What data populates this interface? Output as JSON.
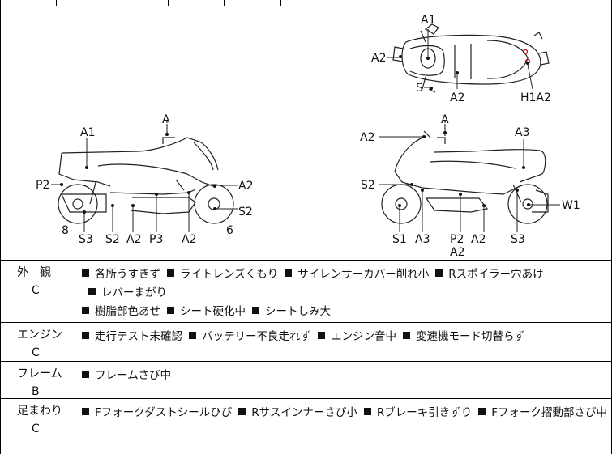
{
  "diagram": {
    "top_view_labels": {
      "a1": "A1",
      "a2_left": "A2",
      "s": "S",
      "a2_bottom": "A2",
      "h1a2": "H1A2"
    },
    "left_view_labels": {
      "a_top": "A",
      "a1": "A1",
      "p2": "P2",
      "a2_right": "A2",
      "s2_right": "S2",
      "num_8": "8",
      "num_6": "6",
      "s3": "S3",
      "s2": "S2",
      "a2_mid": "A2",
      "p3": "P3",
      "a2_low": "A2"
    },
    "right_view_labels": {
      "a_top": "A",
      "a2_left": "A2",
      "a3_top": "A3",
      "s2": "S2",
      "w1": "W1",
      "s1": "S1",
      "a3": "A3",
      "p2": "P2",
      "a2_under_p2": "A2",
      "a2": "A2",
      "s3": "S3"
    }
  },
  "rows": [
    {
      "category": "外　観",
      "grade": "C",
      "notes": [
        "各所うすきず",
        "ライトレンズくもり",
        "サイレンサーカバー削れ小",
        "Rスポイラー穴あけ",
        "レバーまがり",
        "樹脂部色あせ",
        "シート硬化中",
        "シートしみ大"
      ]
    },
    {
      "category": "エンジン",
      "grade": "C",
      "notes": [
        "走行テスト未確認",
        "バッテリー不良走れず",
        "エンジン音中",
        "変速機モード切替らず"
      ]
    },
    {
      "category": "フレーム",
      "grade": "B",
      "notes": [
        "フレームさび中"
      ]
    },
    {
      "category": "足まわり",
      "grade": "C",
      "notes": [
        "Fフォークダストシールひび",
        "Rサスインナーさび小",
        "Rブレーキ引きずり",
        "Fフォーク摺動部さび中"
      ]
    }
  ]
}
